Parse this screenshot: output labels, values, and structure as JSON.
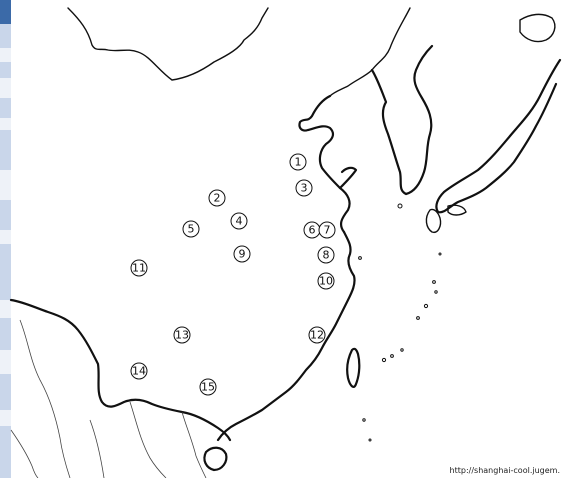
{
  "map": {
    "credit": "http://shanghai-cool.jugem.",
    "markers": [
      {
        "label": "1"
      },
      {
        "label": "2"
      },
      {
        "label": "3"
      },
      {
        "label": "4"
      },
      {
        "label": "5"
      },
      {
        "label": "6"
      },
      {
        "label": "7"
      },
      {
        "label": "8"
      },
      {
        "label": "9"
      },
      {
        "label": "10"
      },
      {
        "label": "11"
      },
      {
        "label": "12"
      },
      {
        "label": "13"
      },
      {
        "label": "14"
      },
      {
        "label": "15"
      }
    ],
    "colors": {
      "land_outline": "#111111",
      "sidebar": "#c9d6ea",
      "background": "#ffffff"
    }
  }
}
